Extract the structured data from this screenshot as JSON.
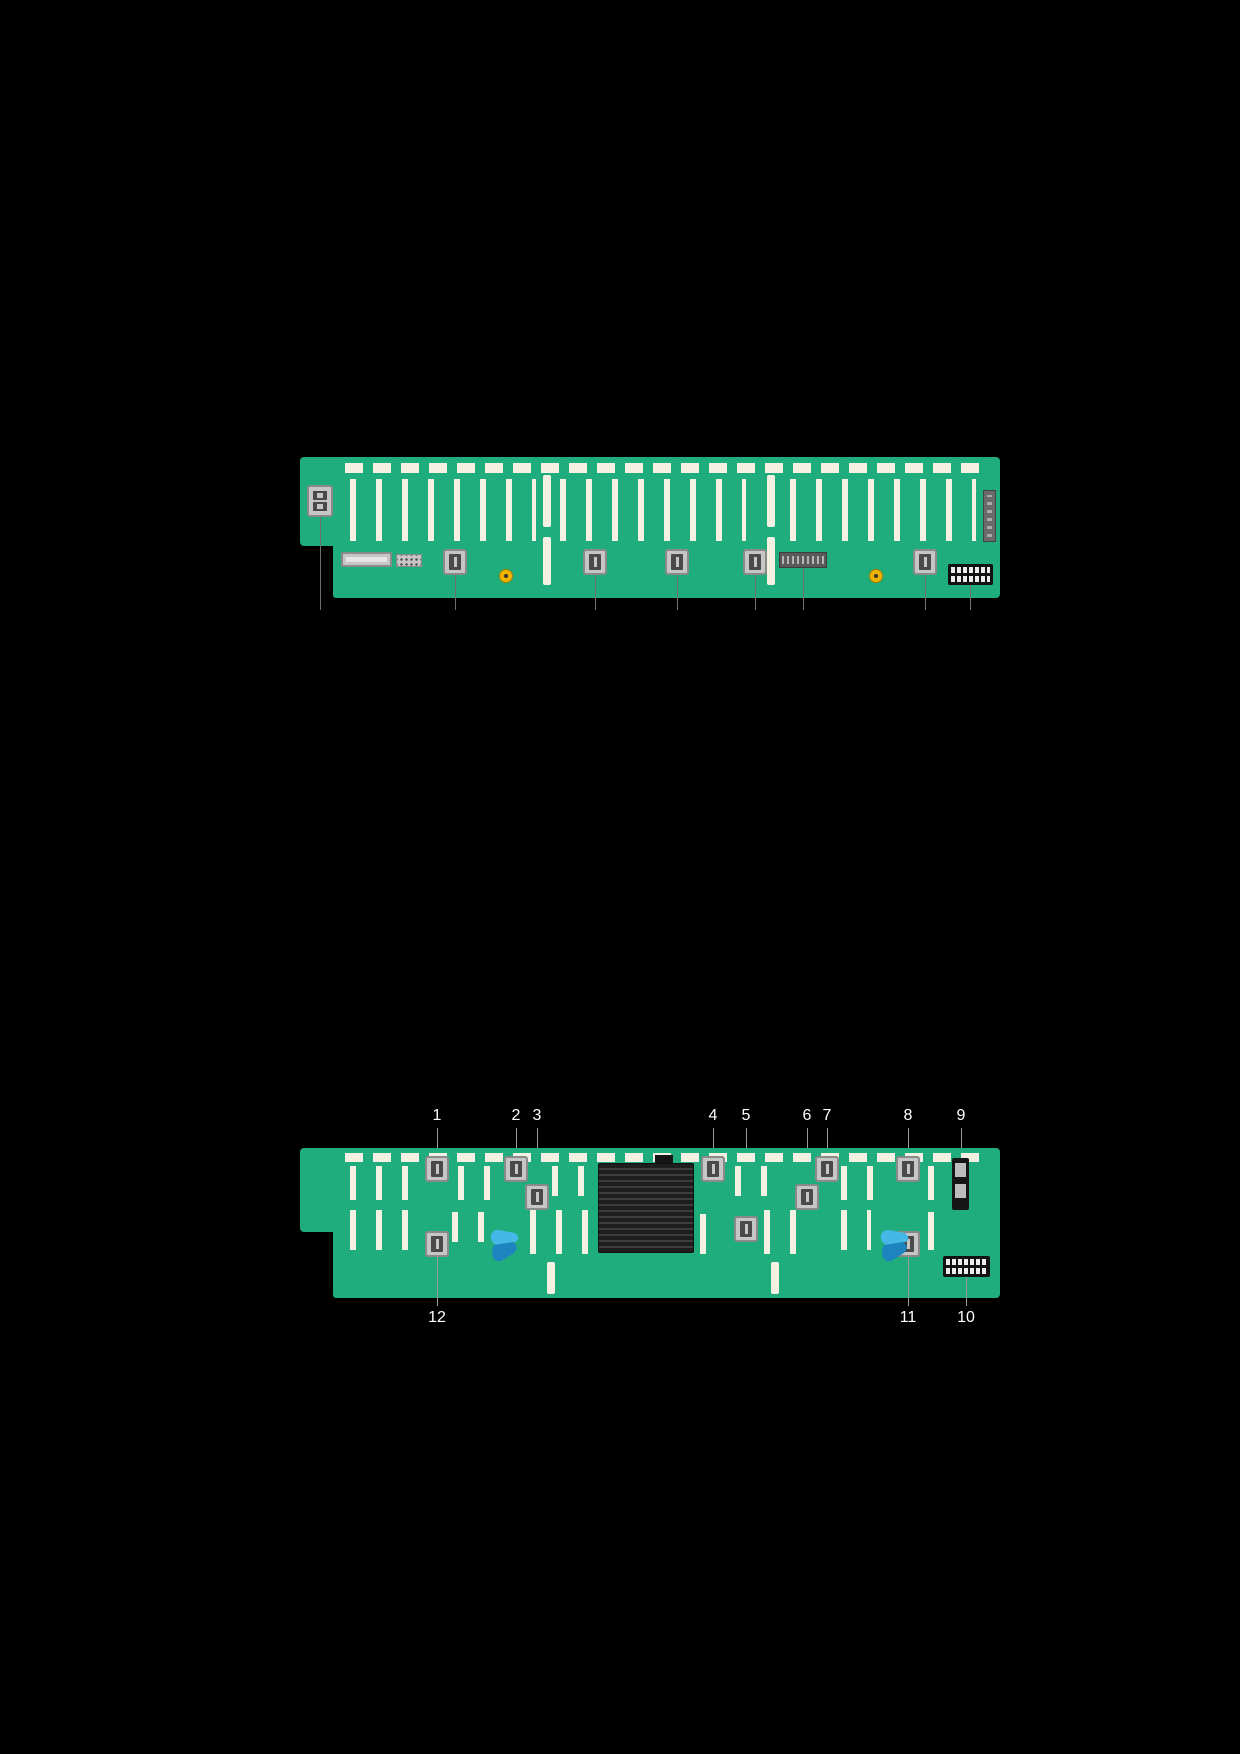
{
  "colors": {
    "page-bg": "#000000",
    "pcb-green": "#1FAD7E",
    "slot-white": "#F4F1E2",
    "conn-gray": "#C6C6C6",
    "conn-border": "#8A8A8A",
    "conn-dark": "#4A4A4A",
    "power-black": "#121212",
    "pin-white": "#EDEDED",
    "screw-yellow": "#F0B400",
    "clip-blue-light": "#45B8E8",
    "clip-blue-dark": "#1D84C0",
    "heatsink-dark": "#1E1E1E",
    "heatsink-stripe": "#3D3D3D",
    "line-front": "#6F6F6F",
    "line-back": "#9A9A9A",
    "label-white": "#FFFFFF"
  },
  "figure_front": {
    "icons": [
      "mini-sas-connector",
      "signal-bar-connector",
      "jumper-header",
      "sas-connector",
      "screw-hole",
      "sideband-pin-connector",
      "power-connector",
      "edge-connector"
    ]
  },
  "figure_back": {
    "callouts_top": [
      "1",
      "2",
      "3",
      "4",
      "5",
      "6",
      "7",
      "8",
      "9"
    ],
    "callouts_bottom": [
      "12",
      "11",
      "10"
    ],
    "icons": [
      "square-connector",
      "vertical-connector",
      "power-connector",
      "heatsink",
      "cable-clip"
    ]
  }
}
